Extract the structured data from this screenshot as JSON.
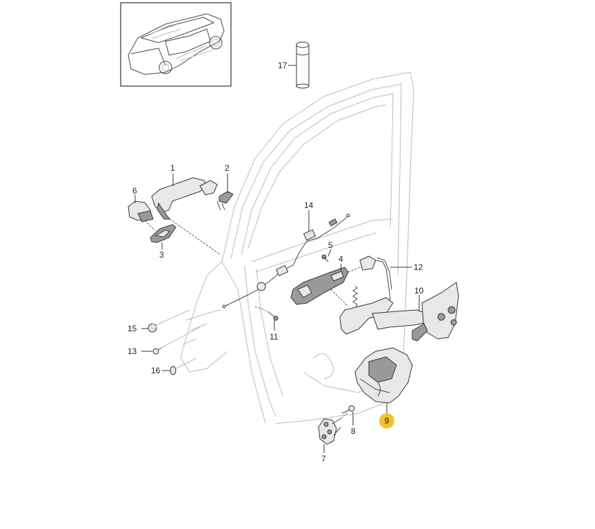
{
  "diagram": {
    "title": "Rear door lock and handle assembly - exploded parts view",
    "highlight_color": "#f2c12e",
    "highlighted_part": "9",
    "inset": {
      "description": "vehicle overview (SUV, rear-left door highlighted area)"
    },
    "callouts": [
      {
        "id": "1",
        "label": "1",
        "part": "outer door handle"
      },
      {
        "id": "2",
        "label": "2",
        "part": "handle bracket clip"
      },
      {
        "id": "3",
        "label": "3",
        "part": "handle trim gasket"
      },
      {
        "id": "4",
        "label": "4",
        "part": "handle carrier"
      },
      {
        "id": "5",
        "label": "5",
        "part": "screw"
      },
      {
        "id": "6",
        "label": "6",
        "part": "lock cylinder cap"
      },
      {
        "id": "7",
        "label": "7",
        "part": "striker plate"
      },
      {
        "id": "8",
        "label": "8",
        "part": "bolt"
      },
      {
        "id": "9",
        "label": "9",
        "part": "door lock actuator",
        "highlighted": true
      },
      {
        "id": "10",
        "label": "10",
        "part": "lock bracket"
      },
      {
        "id": "11",
        "label": "11",
        "part": "screw"
      },
      {
        "id": "12",
        "label": "12",
        "part": "cable"
      },
      {
        "id": "13",
        "label": "13",
        "part": "clip"
      },
      {
        "id": "14",
        "label": "14",
        "part": "bowden cable"
      },
      {
        "id": "15",
        "label": "15",
        "part": "plug"
      },
      {
        "id": "16",
        "label": "16",
        "part": "plug"
      },
      {
        "id": "17",
        "label": "17",
        "part": "grease / lubricant tube"
      }
    ]
  }
}
